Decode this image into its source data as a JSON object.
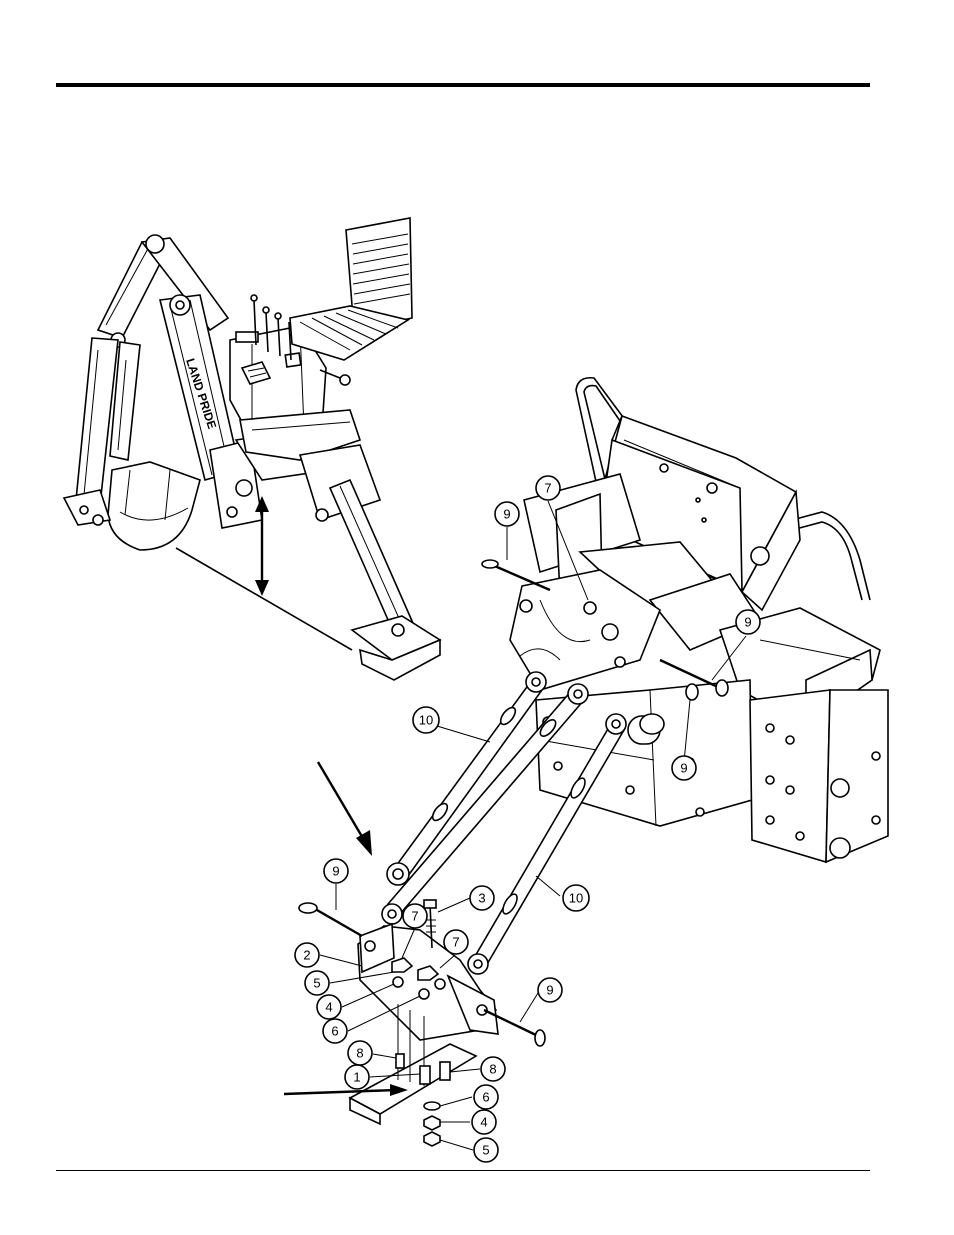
{
  "callouts": [
    {
      "label": "7"
    },
    {
      "label": "9"
    },
    {
      "label": "9"
    },
    {
      "label": "9"
    },
    {
      "label": "10"
    },
    {
      "label": "10"
    },
    {
      "label": "9"
    },
    {
      "label": "3"
    },
    {
      "label": "7"
    },
    {
      "label": "7"
    },
    {
      "label": "2"
    },
    {
      "label": "5"
    },
    {
      "label": "4"
    },
    {
      "label": "6"
    },
    {
      "label": "9"
    },
    {
      "label": "8"
    },
    {
      "label": "1"
    },
    {
      "label": "8"
    },
    {
      "label": "6"
    },
    {
      "label": "4"
    },
    {
      "label": "5"
    }
  ],
  "logo_text": "LAND PRIDE",
  "colors": {
    "ink": "#000000",
    "paper": "#ffffff"
  }
}
